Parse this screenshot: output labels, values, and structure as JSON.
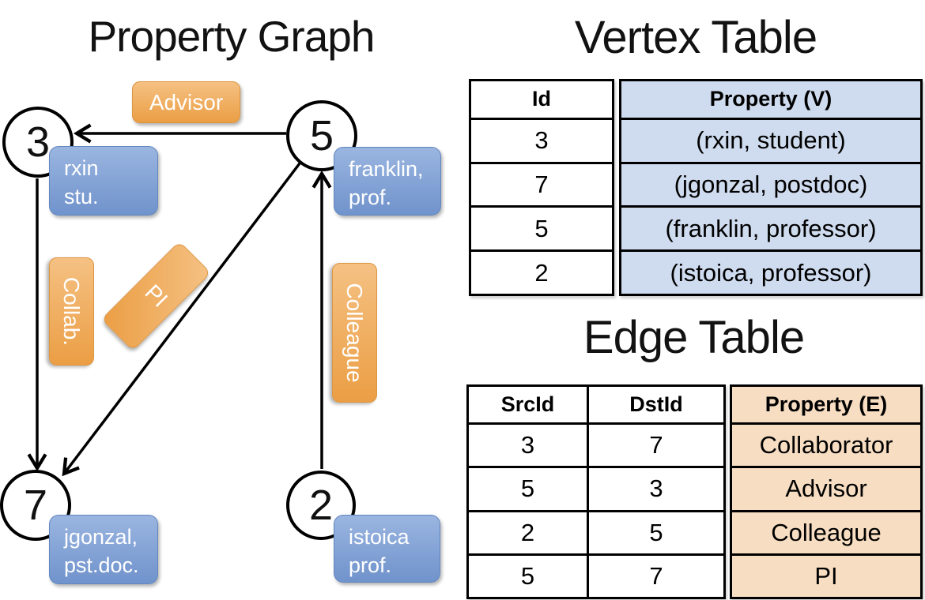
{
  "titles": {
    "graph": "Property Graph",
    "vertex_table": "Vertex Table",
    "edge_table": "Edge Table"
  },
  "colors": {
    "accent_orange_light": "#F5C183",
    "accent_orange_dark": "#EB9E44",
    "accent_blue_light": "#9AB5E0",
    "accent_blue_dark": "#7093CC",
    "vertex_cell_bg": "#CFDBEE",
    "edge_cell_bg": "#F7DDC2",
    "edge_line": "#000000"
  },
  "graph": {
    "nodes": [
      {
        "id": "3",
        "label_line1": "rxin",
        "label_line2": "stu."
      },
      {
        "id": "5",
        "label_line1": "franklin,",
        "label_line2": "prof."
      },
      {
        "id": "7",
        "label_line1": "jgonzal,",
        "label_line2": "pst.doc."
      },
      {
        "id": "2",
        "label_line1": "istoica",
        "label_line2": "prof."
      }
    ],
    "edge_labels": [
      {
        "text": "Advisor"
      },
      {
        "text": "Collab."
      },
      {
        "text": "PI"
      },
      {
        "text": "Colleague"
      }
    ]
  },
  "vertex_table": {
    "headers": {
      "id": "Id",
      "property": "Property (V)"
    },
    "rows": [
      {
        "id": "3",
        "property": "(rxin, student)"
      },
      {
        "id": "7",
        "property": "(jgonzal, postdoc)"
      },
      {
        "id": "5",
        "property": "(franklin, professor)"
      },
      {
        "id": "2",
        "property": "(istoica, professor)"
      }
    ]
  },
  "edge_table": {
    "headers": {
      "src": "SrcId",
      "dst": "DstId",
      "property": "Property (E)"
    },
    "rows": [
      {
        "src": "3",
        "dst": "7",
        "property": "Collaborator"
      },
      {
        "src": "5",
        "dst": "3",
        "property": "Advisor"
      },
      {
        "src": "2",
        "dst": "5",
        "property": "Colleague"
      },
      {
        "src": "5",
        "dst": "7",
        "property": "PI"
      }
    ]
  }
}
